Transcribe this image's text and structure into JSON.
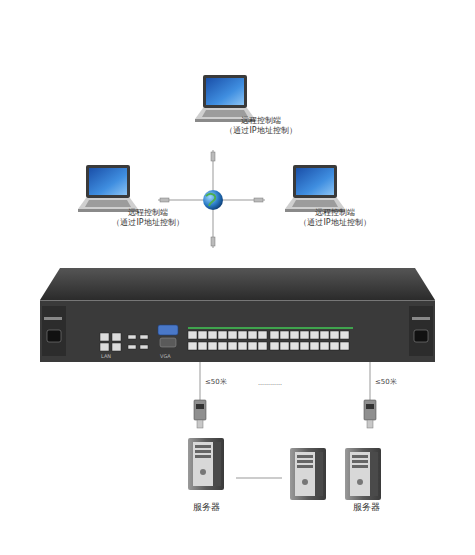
{
  "diagram": {
    "nodes": [
      {
        "text": [
          "远程控制端",
          "（通过IP地址控制）"
        ]
      },
      {
        "text": [
          "远程控制端",
          "（通过IP地址控制）"
        ]
      },
      {
        "text": [
          "远程控制端",
          "（通过IP地址控制）"
        ]
      },
      {
        "text": [
          "服务器"
        ]
      },
      {
        "text": [
          "服务器"
        ]
      }
    ],
    "labels": [
      "LAN",
      "VGA",
      "≤50米",
      "…………",
      "≤50米"
    ]
  }
}
